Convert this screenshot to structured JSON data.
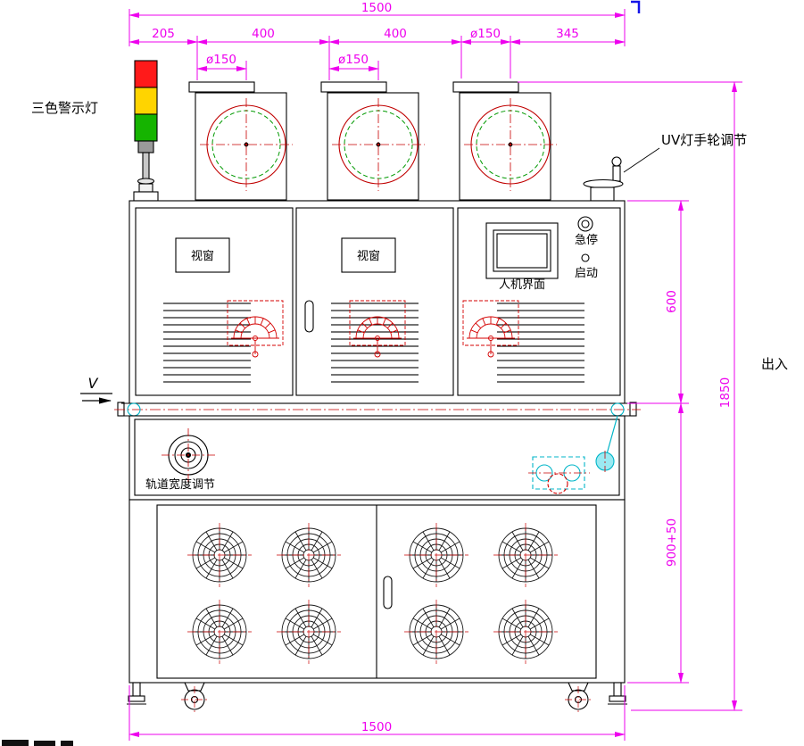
{
  "colors": {
    "dimension": "#EE00EE",
    "outline": "#000000",
    "centerline_red": "#C80000",
    "dashed_green": "#009900",
    "cyan": "#00B5C8",
    "light_red": "#FF1A1A",
    "light_yellow": "#FFD400",
    "light_green": "#15B400"
  },
  "labels": {
    "warning_light": "三色警示灯",
    "uv_adjust": "UV灯手轮调节",
    "window": "视窗",
    "hmi": "人机界面",
    "estop": "急停",
    "start": "启动",
    "in_out": "出入",
    "track_width": "轨道宽度调节",
    "view_arrow": "V"
  },
  "dimensions": {
    "overall_width_top": "1500",
    "overall_width_bottom": "1500",
    "left_offset": "205",
    "bay_1": "400",
    "bay_2": "400",
    "flange_3": "ø150",
    "right_offset": "345",
    "flange_1": "ø150",
    "flange_2": "ø150",
    "upper_cabinet_height": "600",
    "overall_height": "1850",
    "lower_section_height": "900+50"
  }
}
